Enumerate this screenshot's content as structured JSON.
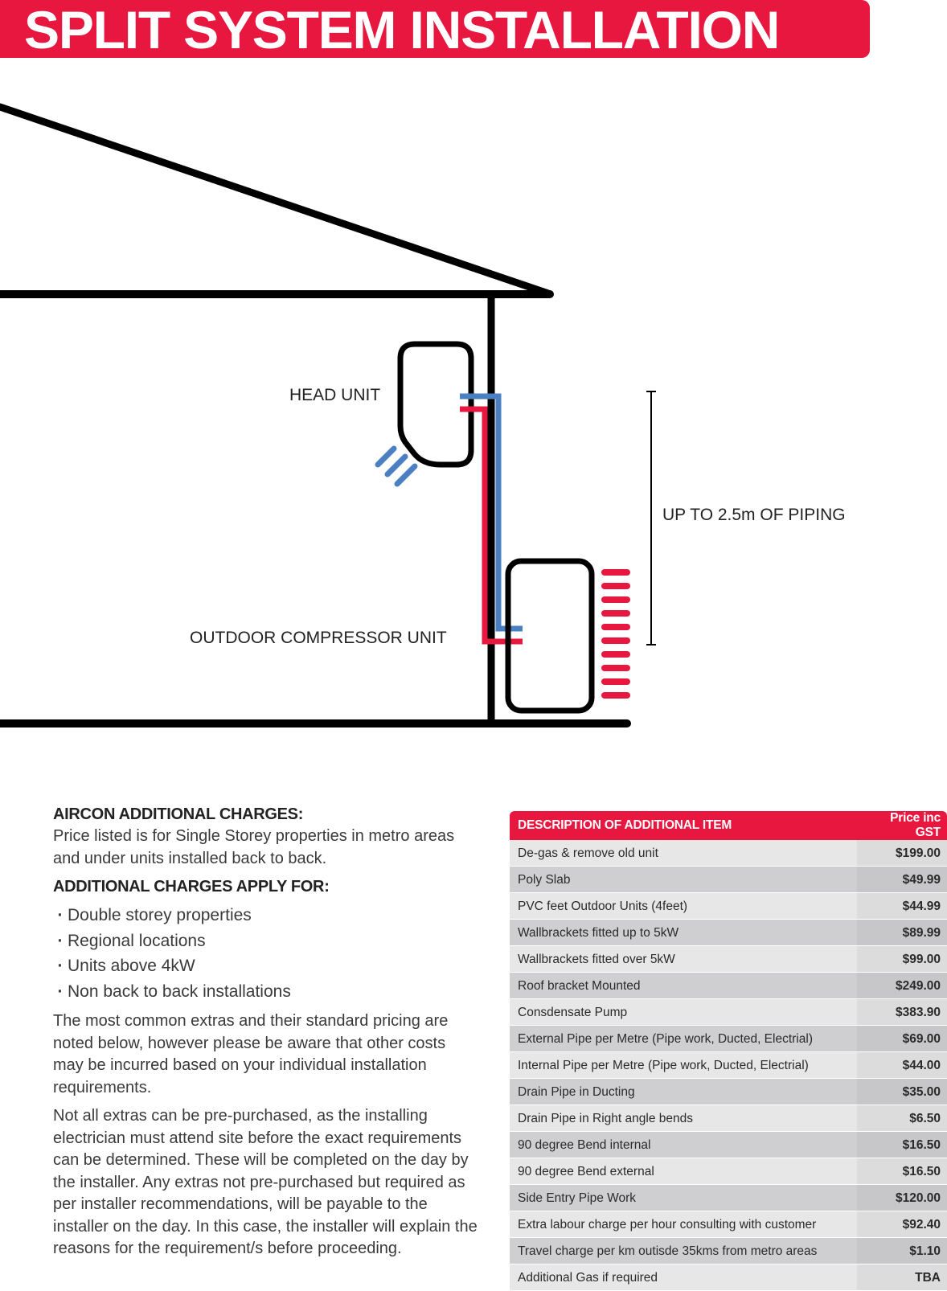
{
  "title": "SPLIT SYSTEM INSTALLATION",
  "colors": {
    "brand_red": "#e8173f",
    "pipe_blue": "#4a7fc1",
    "outline": "#000000"
  },
  "diagram": {
    "head_unit_label": "HEAD UNIT",
    "outdoor_unit_label": "OUTDOOR COMPRESSOR UNIT",
    "piping_label": "UP TO 2.5m OF PIPING"
  },
  "charges": {
    "heading": "AIRCON ADDITIONAL CHARGES:",
    "intro": "Price listed is for Single Storey properties in metro areas and under units installed back to back.",
    "apply_heading": "ADDITIONAL CHARGES APPLY FOR:",
    "apply_items": [
      "Double storey properties",
      "Regional locations",
      "Units above 4kW",
      "Non back to back installations"
    ],
    "para1": "The most common extras and their standard pricing are noted below, however please be aware that other costs may be incurred based on your individual installation requirements.",
    "para2": "Not all extras can be pre-purchased, as the installing electrician must attend site before the exact requirements can be determined. These will be completed on the day by the installer. Any extras not pre-purchased but required as per installer recommendations, will be payable to the installer on the day. In this case, the installer will explain the reasons for the requirement/s before proceeding."
  },
  "table": {
    "header_description": "DESCRIPTION OF ADDITIONAL ITEM",
    "header_price": "Price inc GST",
    "rows": [
      {
        "description": "De-gas & remove old unit",
        "price": "$199.00"
      },
      {
        "description": "Poly Slab",
        "price": "$49.99"
      },
      {
        "description": "PVC feet Outdoor Units (4feet)",
        "price": "$44.99"
      },
      {
        "description": "Wallbrackets fitted up to 5kW",
        "price": "$89.99"
      },
      {
        "description": "Wallbrackets fitted over 5kW",
        "price": "$99.00"
      },
      {
        "description": "Roof bracket Mounted",
        "price": "$249.00"
      },
      {
        "description": "Consdensate Pump",
        "price": "$383.90"
      },
      {
        "description": "External Pipe per Metre (Pipe work, Ducted, Electrial)",
        "price": "$69.00"
      },
      {
        "description": "Internal Pipe per Metre (Pipe work, Ducted, Electrial)",
        "price": "$44.00"
      },
      {
        "description": "Drain Pipe in Ducting",
        "price": "$35.00"
      },
      {
        "description": "Drain Pipe in Right angle bends",
        "price": "$6.50"
      },
      {
        "description": "90 degree Bend internal",
        "price": "$16.50"
      },
      {
        "description": "90 degree Bend external",
        "price": "$16.50"
      },
      {
        "description": "Side Entry Pipe Work",
        "price": "$120.00"
      },
      {
        "description": "Extra labour charge per hour consulting with customer",
        "price": "$92.40"
      },
      {
        "description": "Travel charge per km outisde 35kms from metro areas",
        "price": "$1.10"
      },
      {
        "description": "Additional Gas if required",
        "price": "TBA"
      }
    ]
  }
}
